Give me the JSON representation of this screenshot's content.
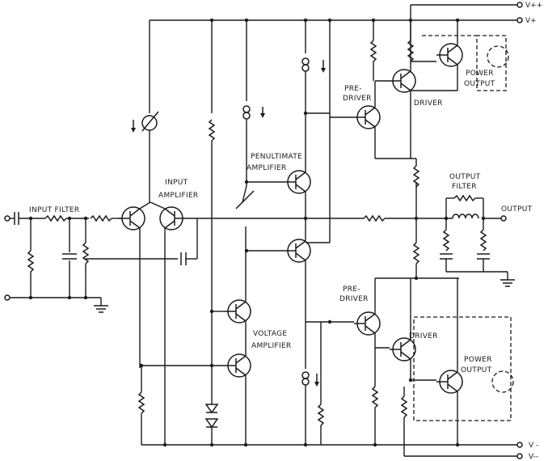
{
  "labels": {
    "input_filter": "INPUT FILTER",
    "input_amp_1": "INPUT",
    "input_amp_2": "AMPLIFIER",
    "penult_1": "PENULTIMATE",
    "penult_2": "AMPLIFIER",
    "predriver_top_1": "PRE-",
    "predriver_top_2": "DRIVER",
    "driver_top": "DRIVER",
    "power_out_top_1": "POWER",
    "power_out_top_2": "OUTPUT",
    "output_filter_1": "OUTPUT",
    "output_filter_2": "FILTER",
    "output": "OUTPUT",
    "predriver_bot_1": "PRE-",
    "predriver_bot_2": "DRIVER",
    "driver_bot": "DRIVER",
    "power_out_bot_1": "POWER",
    "power_out_bot_2": "OUTPUT",
    "voltage_amp_1": "VOLTAGE",
    "voltage_amp_2": "AMPLIFIER"
  },
  "rails": {
    "vpp": "V++",
    "vp": "V+",
    "vm": "V -",
    "vmm": "V--"
  },
  "colors": {
    "ink": "#1a1a1a",
    "paper": "#ffffff"
  }
}
